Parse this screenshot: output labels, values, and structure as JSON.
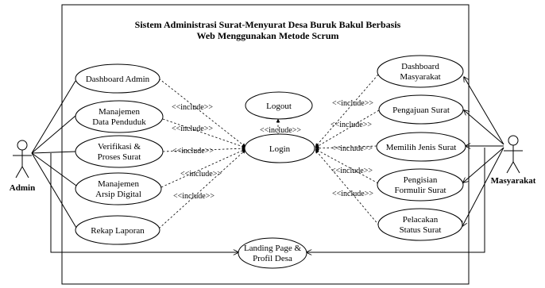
{
  "diagram": {
    "title_line1": "Sistem Administrasi Surat-Menyurat Desa Buruk Bakul Berbasis",
    "title_line2": "Web Menggunakan Metode Scrum",
    "actors": {
      "admin": "Admin",
      "masyarakat": "Masyarakat"
    },
    "use_cases": {
      "dashboard_admin": "Dashboard Admin",
      "manajemen_penduduk_1": "Manajemen",
      "manajemen_penduduk_2": "Data Penduduk",
      "verifikasi_1": "Verifikasi &",
      "verifikasi_2": "Proses Surat",
      "arsip_1": "Manajemen",
      "arsip_2": "Arsip Digital",
      "rekap": "Rekap Laporan",
      "logout": "Logout",
      "login": "Login",
      "landing_1": "Landing Page &",
      "landing_2": "Profil Desa",
      "dashboard_masy_1": "Dashboard",
      "dashboard_masy_2": "Masyarakat",
      "pengajuan": "Pengajuan Surat",
      "memilih": "Memilih Jenis Surat",
      "pengisian_1": "Pengisian",
      "pengisian_2": "Formulir Surat",
      "pelacakan_1": "Pelacakan",
      "pelacakan_2": "Status Surat"
    },
    "include_label": "<<include>>"
  }
}
